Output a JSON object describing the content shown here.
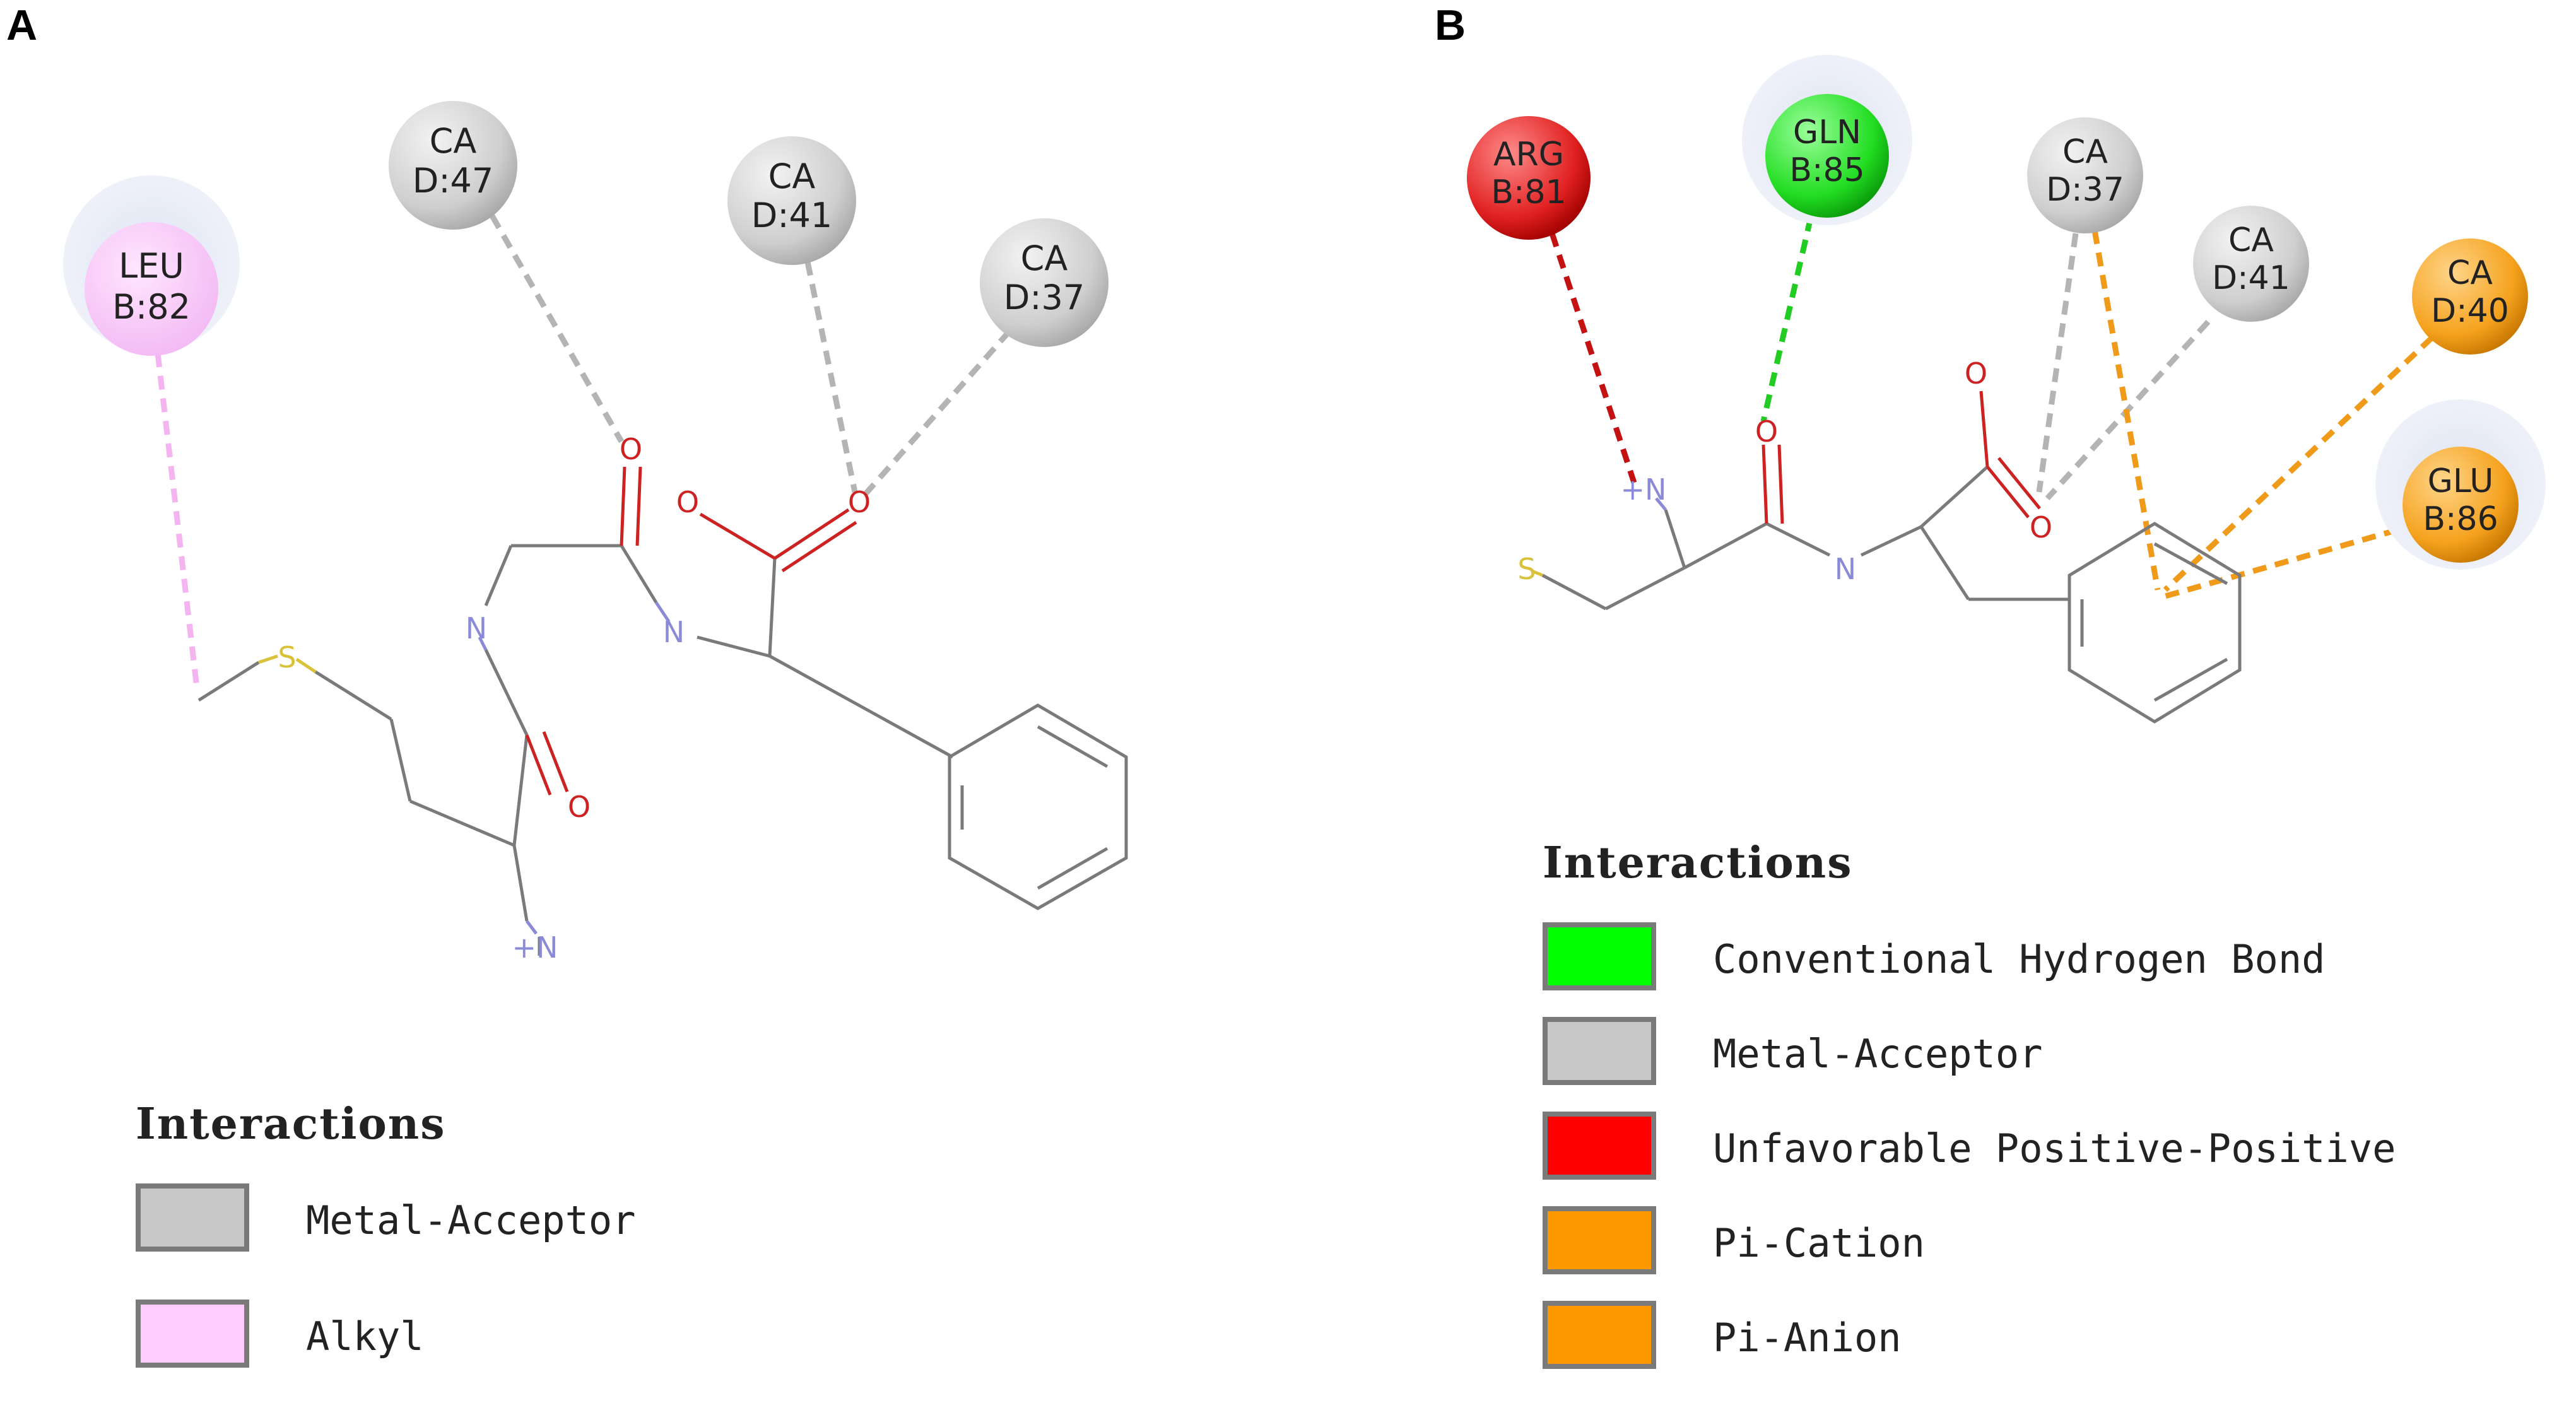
{
  "panels": [
    {
      "label": "A",
      "residues": [
        {
          "line1": "LEU",
          "line2": "B:82"
        },
        {
          "line1": "CA",
          "line2": "D:47"
        },
        {
          "line1": "CA",
          "line2": "D:41"
        },
        {
          "line1": "CA",
          "line2": "D:37"
        }
      ],
      "atoms": [
        "S",
        "O",
        "N",
        "O",
        "O",
        "N",
        "O",
        "+N"
      ],
      "legend": {
        "title": "Interactions",
        "items": [
          {
            "label": "Metal-Acceptor",
            "color": "#c8c8c8"
          },
          {
            "label": "Alkyl",
            "color": "#ffccff"
          }
        ]
      }
    },
    {
      "label": "B",
      "residues": [
        {
          "line1": "ARG",
          "line2": "B:81"
        },
        {
          "line1": "GLN",
          "line2": "B:85"
        },
        {
          "line1": "CA",
          "line2": "D:37"
        },
        {
          "line1": "CA",
          "line2": "D:41"
        },
        {
          "line1": "CA",
          "line2": "D:40"
        },
        {
          "line1": "GLU",
          "line2": "B:86"
        }
      ],
      "atoms": [
        "+N",
        "O",
        "S",
        "N",
        "O",
        "O"
      ],
      "legend": {
        "title": "Interactions",
        "items": [
          {
            "label": "Conventional Hydrogen Bond",
            "color": "#00ff00"
          },
          {
            "label": "Metal-Acceptor",
            "color": "#c8c8c8"
          },
          {
            "label": "Unfavorable Positive-Positive",
            "color": "#ff0000"
          },
          {
            "label": "Pi-Cation",
            "color": "#ff9900"
          },
          {
            "label": "Pi-Anion",
            "color": "#ff9900"
          }
        ]
      }
    }
  ]
}
